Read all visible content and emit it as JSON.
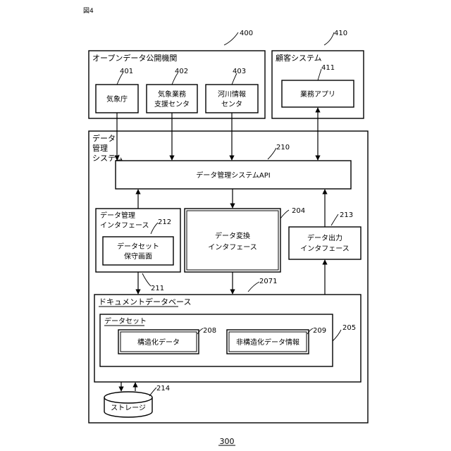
{
  "corner_text": "図4",
  "figure_number": "300",
  "ref": {
    "r400": "400",
    "r401": "401",
    "r402": "402",
    "r403": "403",
    "r410": "410",
    "r411": "411",
    "r210": "210",
    "r212": "212",
    "r204": "204",
    "r213": "213",
    "r211": "211",
    "r2071": "2071",
    "r205": "205",
    "r208": "208",
    "r209": "209",
    "r214": "214"
  },
  "open_data_org": {
    "title": "オープンデータ公開機関",
    "jma": "気象庁",
    "weather_center_l1": "気象業務",
    "weather_center_l2": "支援センタ",
    "river_center_l1": "河川情報",
    "river_center_l2": "センタ"
  },
  "customer_system": {
    "title": "顧客システム",
    "business_app": "業務アプリ"
  },
  "data_mgmt_system": {
    "title_l1": "データ",
    "title_l2": "管理",
    "title_l3": "システム",
    "api": "データ管理システムAPI",
    "mgmt_if_l1": "データ管理",
    "mgmt_if_l2": "インタフェース",
    "dataset_screen_l1": "データセット",
    "dataset_screen_l2": "保守画面",
    "convert_if_l1": "データ変換",
    "convert_if_l2": "インタフェース",
    "output_if_l1": "データ出力",
    "output_if_l2": "インタフェース",
    "document_db": "ドキュメントデータベース",
    "dataset": "データセット",
    "structured": "構造化データ",
    "unstructured": "非構造化データ情報",
    "storage": "ストレージ"
  }
}
